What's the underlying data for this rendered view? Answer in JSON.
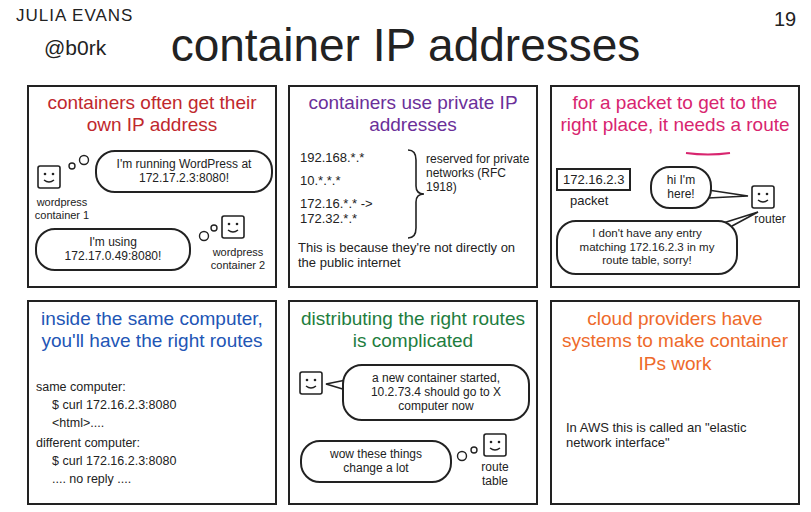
{
  "diagram": {
    "title": "container IP addresses",
    "nodes": [
      {
        "text": [
          "containers often get their own IP address",
          "wordpress container 1",
          "wordpress container 2"
        ]
      },
      {
        "text": [
          "I'm running WordPress at 172.17.2.3:8080!"
        ],
        "in": 0
      },
      {
        "text": [
          "I'm using 172.17.0.49:8080!"
        ],
        "in": 0
      },
      {
        "text": [
          "containers use private IP addresses",
          "192.168.*.*",
          "10.*.*.*",
          "172.16.*.* -> 172.32.*.*",
          "reserved for private networks (RFC 1918)",
          "This is because they're not directly on the public internet"
        ]
      },
      {
        "text": [
          "for a packet to get to the right place, it needs a route",
          "router"
        ]
      },
      {
        "text": [
          "172.16.2.3",
          "packet"
        ],
        "in": 4
      },
      {
        "text": [
          "hi I'm here!"
        ],
        "in": 4
      },
      {
        "text": [
          "I don't have any entry matching 172.16.2.3 in my route table, sorry!"
        ],
        "in": 4
      },
      {
        "text": [
          "inside the same computer, you'll have the right routes",
          "same computer:",
          "$ curl 172.16.2.3:8080",
          "<html>....",
          "different computer:",
          "$ curl 172.16.2.3:8080",
          ".... no reply ...."
        ]
      },
      {
        "text": [
          "distributing the right routes is complicated",
          "route table"
        ]
      },
      {
        "text": [
          "a new container started, 10.2.73.4 should go to X computer now"
        ],
        "in": 9
      },
      {
        "text": [
          "wow these things change a lot"
        ],
        "in": 9
      },
      {
        "text": [
          "cloud providers have systems to make container IPs work",
          "In AWS this is called an \"elastic network interface\""
        ]
      }
    ],
    "labels": [
      "JULIA EVANS",
      "@b0rk",
      "19"
    ]
  }
}
